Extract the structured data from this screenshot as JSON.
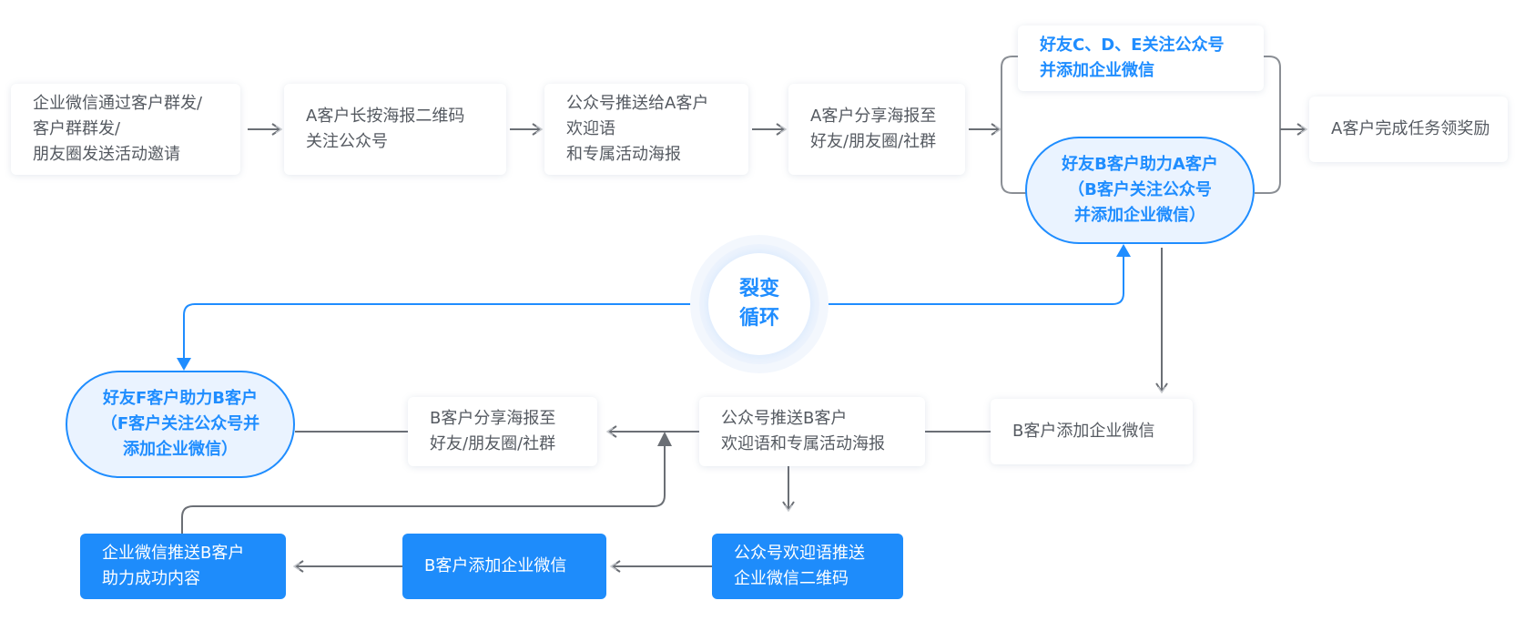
{
  "top_row": {
    "step1": [
      "企业微信通过客户群发/",
      "客户群群发/",
      "朋友圈发送活动邀请"
    ],
    "step2": [
      "A客户长按海报二维码",
      "关注公众号"
    ],
    "step3": [
      "公众号推送给A客户",
      "欢迎语",
      "和专属活动海报"
    ],
    "step4": [
      "A客户分享海报至",
      "好友/朋友圈/社群"
    ],
    "branch_top": [
      "好友C、D、E关注公众号",
      "并添加企业微信"
    ],
    "branch_bottom": [
      "好友B客户助力A客户",
      "（B客户关注公众号",
      "并添加企业微信）"
    ],
    "result": "A客户完成任务领奖励"
  },
  "cycle": [
    "裂变",
    "循环"
  ],
  "middle_row": {
    "f_help": [
      "好友F客户助力B客户",
      "（F客户关注公众号并",
      "添加企业微信）"
    ],
    "b_share": [
      "B客户分享海报至",
      "好友/朋友圈/社群"
    ],
    "push_b": [
      "公众号推送B客户",
      "欢迎语和专属活动海报"
    ],
    "b_add": "B客户添加企业微信"
  },
  "bottom_row": {
    "wecom_push": [
      "企业微信推送B客户",
      "助力成功内容"
    ],
    "b_add_wecom": "B客户添加企业微信",
    "oa_welcome": [
      "公众号欢迎语推送",
      "企业微信二维码"
    ]
  },
  "colors": {
    "accent": "#1f8dff",
    "filled": "#1e8cfb",
    "arrow": "#6b6f75",
    "connector": "#8a8e94"
  }
}
